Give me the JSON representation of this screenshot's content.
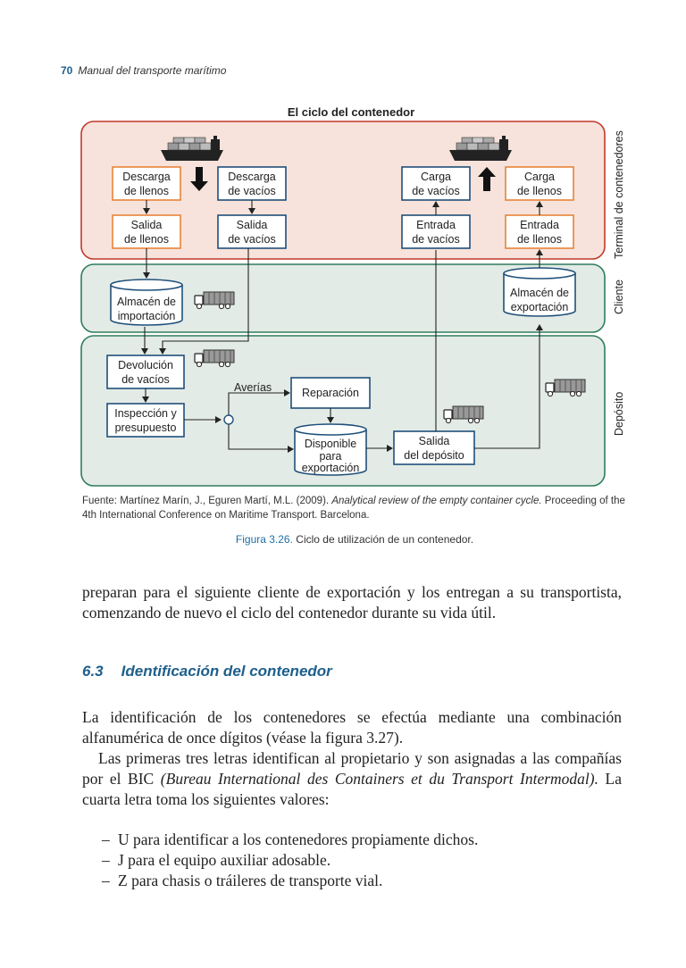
{
  "header": {
    "page_number": "70",
    "book_title": "Manual del transporte marítimo"
  },
  "figure": {
    "title": "El ciclo del contenedor",
    "zones": {
      "terminal": "Terminal de contenedores",
      "cliente": "Cliente",
      "deposito": "Depósito"
    },
    "boxes": {
      "descarga_llenos": [
        "Descarga",
        "de llenos"
      ],
      "descarga_vacios": [
        "Descarga",
        "de vacíos"
      ],
      "carga_vacios": [
        "Carga",
        "de vacíos"
      ],
      "carga_llenos": [
        "Carga",
        "de llenos"
      ],
      "salida_llenos": [
        "Salida",
        "de llenos"
      ],
      "salida_vacios": [
        "Salida",
        "de vacíos"
      ],
      "entrada_vacios": [
        "Entrada",
        "de vacíos"
      ],
      "entrada_llenos": [
        "Entrada",
        "de llenos"
      ],
      "almacen_importacion": [
        "Almacén de",
        "importación"
      ],
      "almacen_exportacion": [
        "Almacén de",
        "exportación"
      ],
      "devolucion_vacios": [
        "Devolución",
        "de vacíos"
      ],
      "inspeccion": [
        "Inspección y",
        "presupuesto"
      ],
      "reparacion": [
        "Reparación"
      ],
      "disponible": [
        "Disponible",
        "para",
        "exportación"
      ],
      "salida_deposito": [
        "Salida",
        "del depósito"
      ]
    },
    "averias_label": "Averías",
    "colors": {
      "orange_box": "#e8833a",
      "blue_box": "#1f4f7a",
      "terminal_bg": "#f7e3db",
      "terminal_border": "#c0392b",
      "green_bg": "#e3ebe6",
      "green_border": "#2e7d5b"
    }
  },
  "source_note": {
    "prefix": "Fuente: Martínez Marín, J., Eguren Martí, M.L. (2009). ",
    "italic": "Analytical review of the empty container cycle.",
    "suffix": " Proceeding of the 4th International Conference on Maritime Transport. Barcelona."
  },
  "caption": {
    "label": "Figura 3.26.",
    "text": " Ciclo de utilización de un contenedor."
  },
  "paragraph1": "preparan para el siguiente cliente de exportación y los entregan a su transportista, comenzando de nuevo el ciclo del contenedor durante su vida útil.",
  "section": {
    "number": "6.3",
    "title": "Identificación del contenedor"
  },
  "paragraph2": "La identificación de los contenedores se efectúa mediante una combinación alfanumérica de once dígitos (véase la figura 3.27).",
  "paragraph3": {
    "start": "Las primeras tres letras identifican al propietario y son asignadas a las compañías por el BIC ",
    "italic": "(Bureau International des Containers et du Transport Intermodal).",
    "end": " La cuarta letra toma los siguientes valores:"
  },
  "list": [
    "U para identificar a los contenedores propiamente dichos.",
    "J para el equipo auxiliar adosable.",
    "Z para chasis o tráileres de transporte vial."
  ],
  "list_dash": "–"
}
